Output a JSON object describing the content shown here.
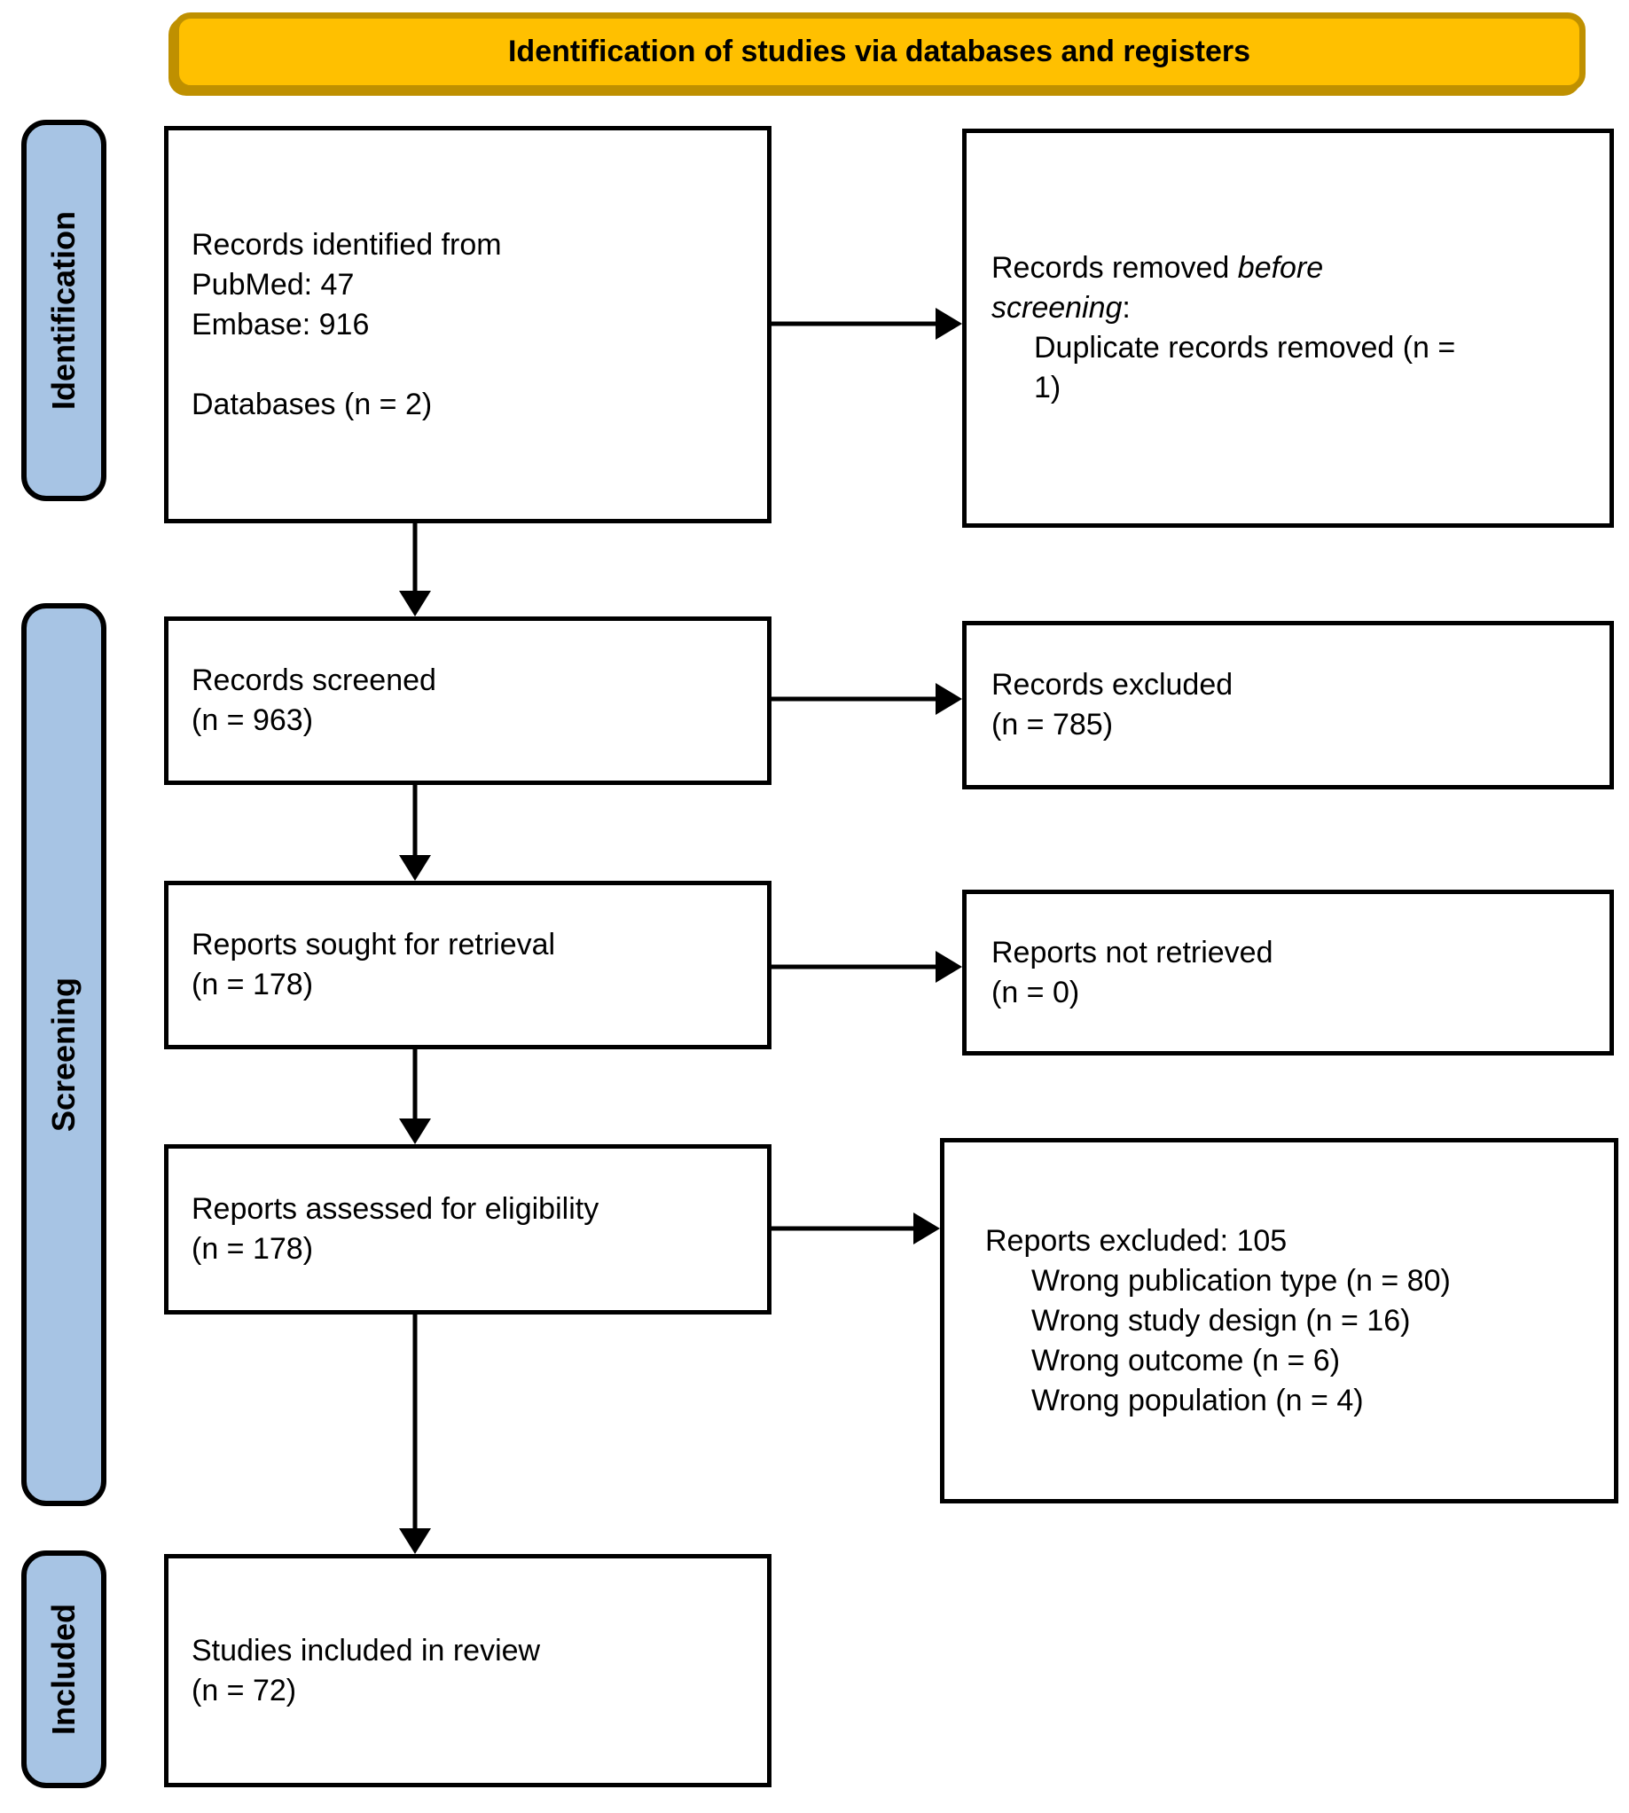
{
  "banner": {
    "title": "Identification of studies via databases and registers"
  },
  "stages": {
    "identification": "Identification",
    "screening": "Screening",
    "included": "Included"
  },
  "boxes": {
    "records_identified": {
      "text": "Records identified from\nPubMed: 47\nEmbase: 916\n\nDatabases (n = 2)"
    },
    "records_removed": {
      "prefix": "Records removed ",
      "emphasis": "before screening",
      "suffix": ":",
      "reason": "Duplicate records removed (n = 1)"
    },
    "records_screened": {
      "text": "Records screened\n(n = 963)"
    },
    "records_excluded": {
      "text": "Records excluded\n(n = 785)"
    },
    "reports_sought": {
      "text": "Reports sought for retrieval\n(n = 178)"
    },
    "reports_not_retrieved": {
      "text": "Reports not retrieved\n(n = 0)"
    },
    "reports_assessed": {
      "text": "Reports assessed for eligibility\n(n = 178)"
    },
    "reports_excluded": {
      "heading": "Reports excluded: 105",
      "reasons": [
        "Wrong publication type (n = 80)",
        "Wrong study design (n = 16)",
        "Wrong outcome (n = 6)",
        "Wrong population (n = 4)"
      ]
    },
    "studies_included": {
      "text": "Studies included in review\n(n = 72)"
    }
  },
  "colors": {
    "banner_fill": "#FFC000",
    "banner_border": "#BF9000",
    "stage_fill": "#A7C4E4",
    "box_background": "#FFFFFF",
    "line": "#000000"
  }
}
